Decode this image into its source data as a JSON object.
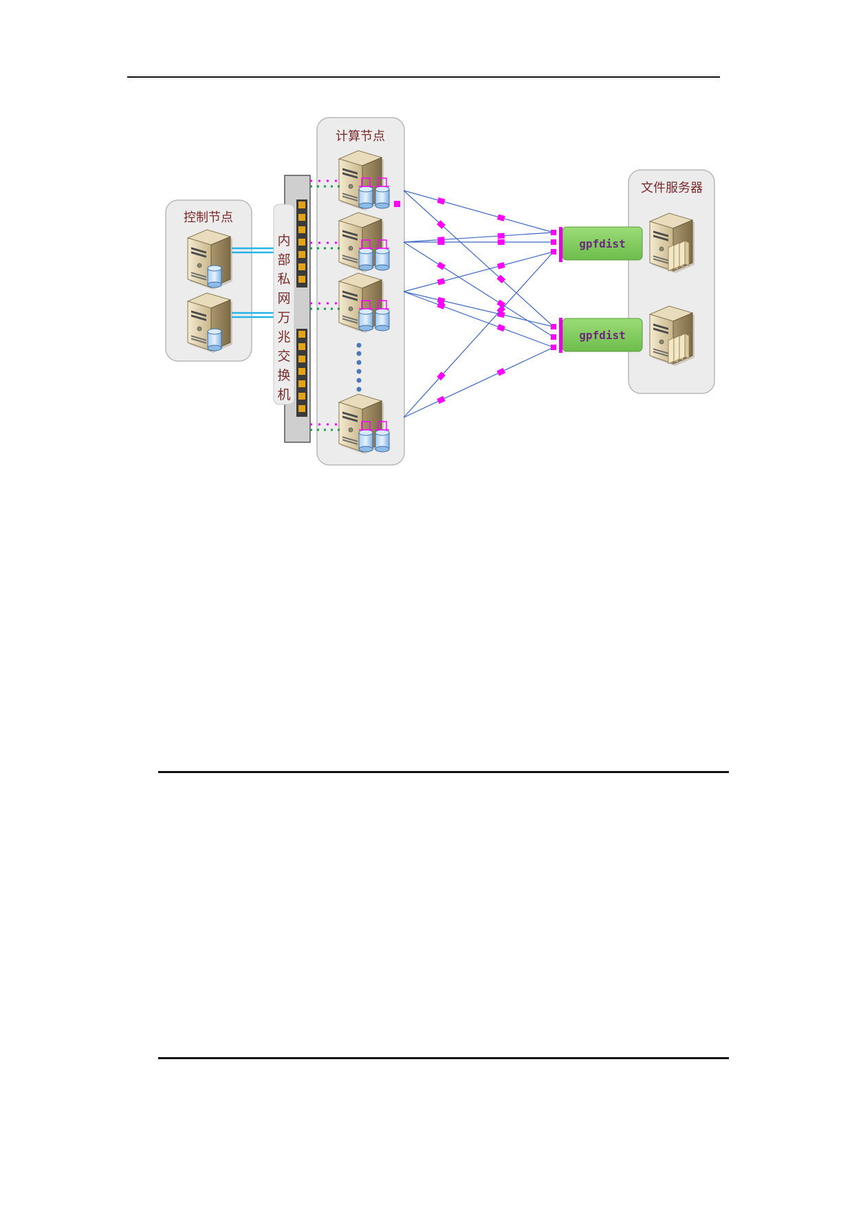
{
  "groups": {
    "control": "控制节点",
    "compute": "计算节点",
    "fileserver": "文件服务器"
  },
  "switch_label": "内部私网万兆交换机",
  "gpfdist": [
    "gpfdist",
    "gpfdist"
  ],
  "colors": {
    "panel_fill": "#ececec",
    "gpfdist_fill": "#7cc95a",
    "link_line": "#3b66c4",
    "dash_marker": "#ff00ff",
    "uplink": "#22b3e8",
    "ellipsis_dot": "#4a78b8"
  },
  "icons": [
    "server-icon",
    "disk-icon",
    "switch-icon",
    "file-folder-icon"
  ]
}
